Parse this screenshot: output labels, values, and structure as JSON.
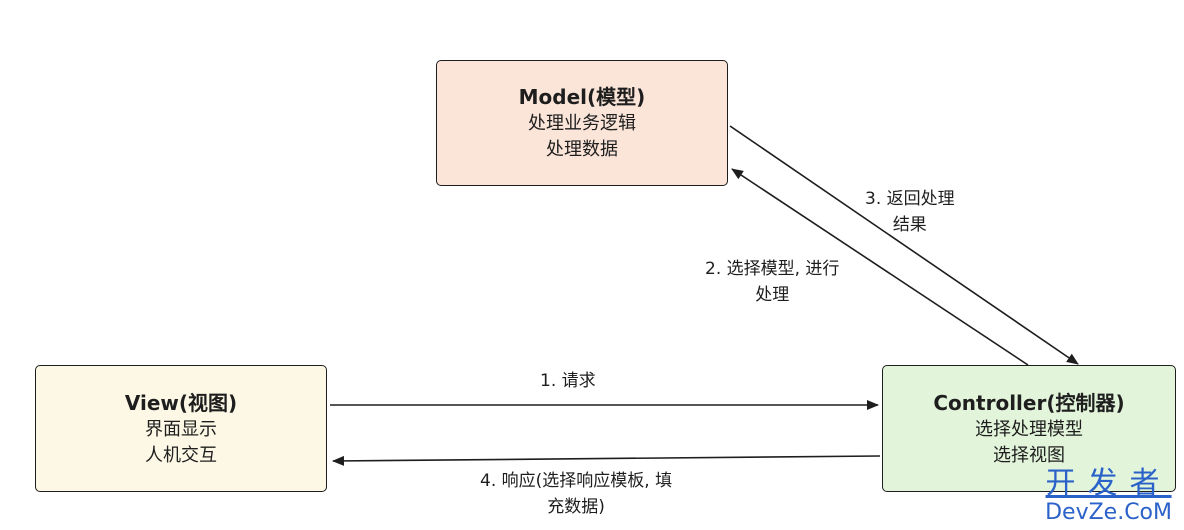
{
  "model": {
    "title": "Model(模型)",
    "line1": "处理业务逻辑",
    "line2": "处理数据",
    "fill": "#fbe5d8"
  },
  "view": {
    "title": "View(视图)",
    "line1": "界面显示",
    "line2": "人机交互",
    "fill": "#fcf8e5"
  },
  "controller": {
    "title": "Controller(控制器)",
    "line1": "选择处理模型",
    "line2": "选择视图",
    "fill": "#e2f4da"
  },
  "edges": {
    "request": {
      "line1": "1. 请求"
    },
    "response": {
      "line1": "4. 响应(选择响应模板, 填",
      "line2": "充数据)"
    },
    "select_model": {
      "line1": "2. 选择模型, 进行",
      "line2": "处理"
    },
    "return_result": {
      "line1": "3. 返回处理",
      "line2": "结果"
    }
  },
  "watermark": {
    "cn": "开发者",
    "en": "DevZe.CoM",
    "color": "#2b62c9"
  }
}
